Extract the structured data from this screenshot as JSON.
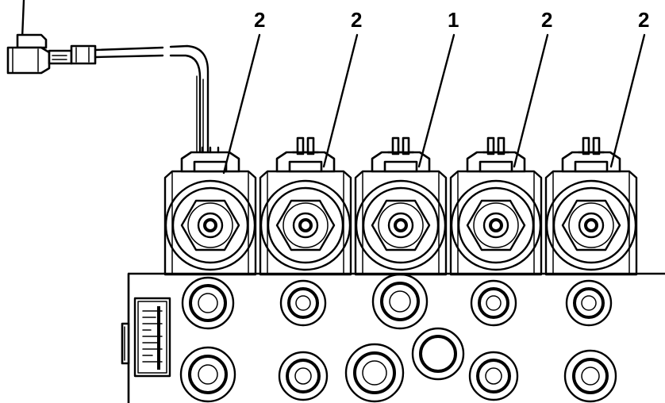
{
  "callouts": {
    "c1": "2",
    "c2": "2",
    "c3": "1",
    "c4": "2",
    "c5": "2"
  },
  "colors": {
    "line": "#000000",
    "background": "#ffffff"
  }
}
